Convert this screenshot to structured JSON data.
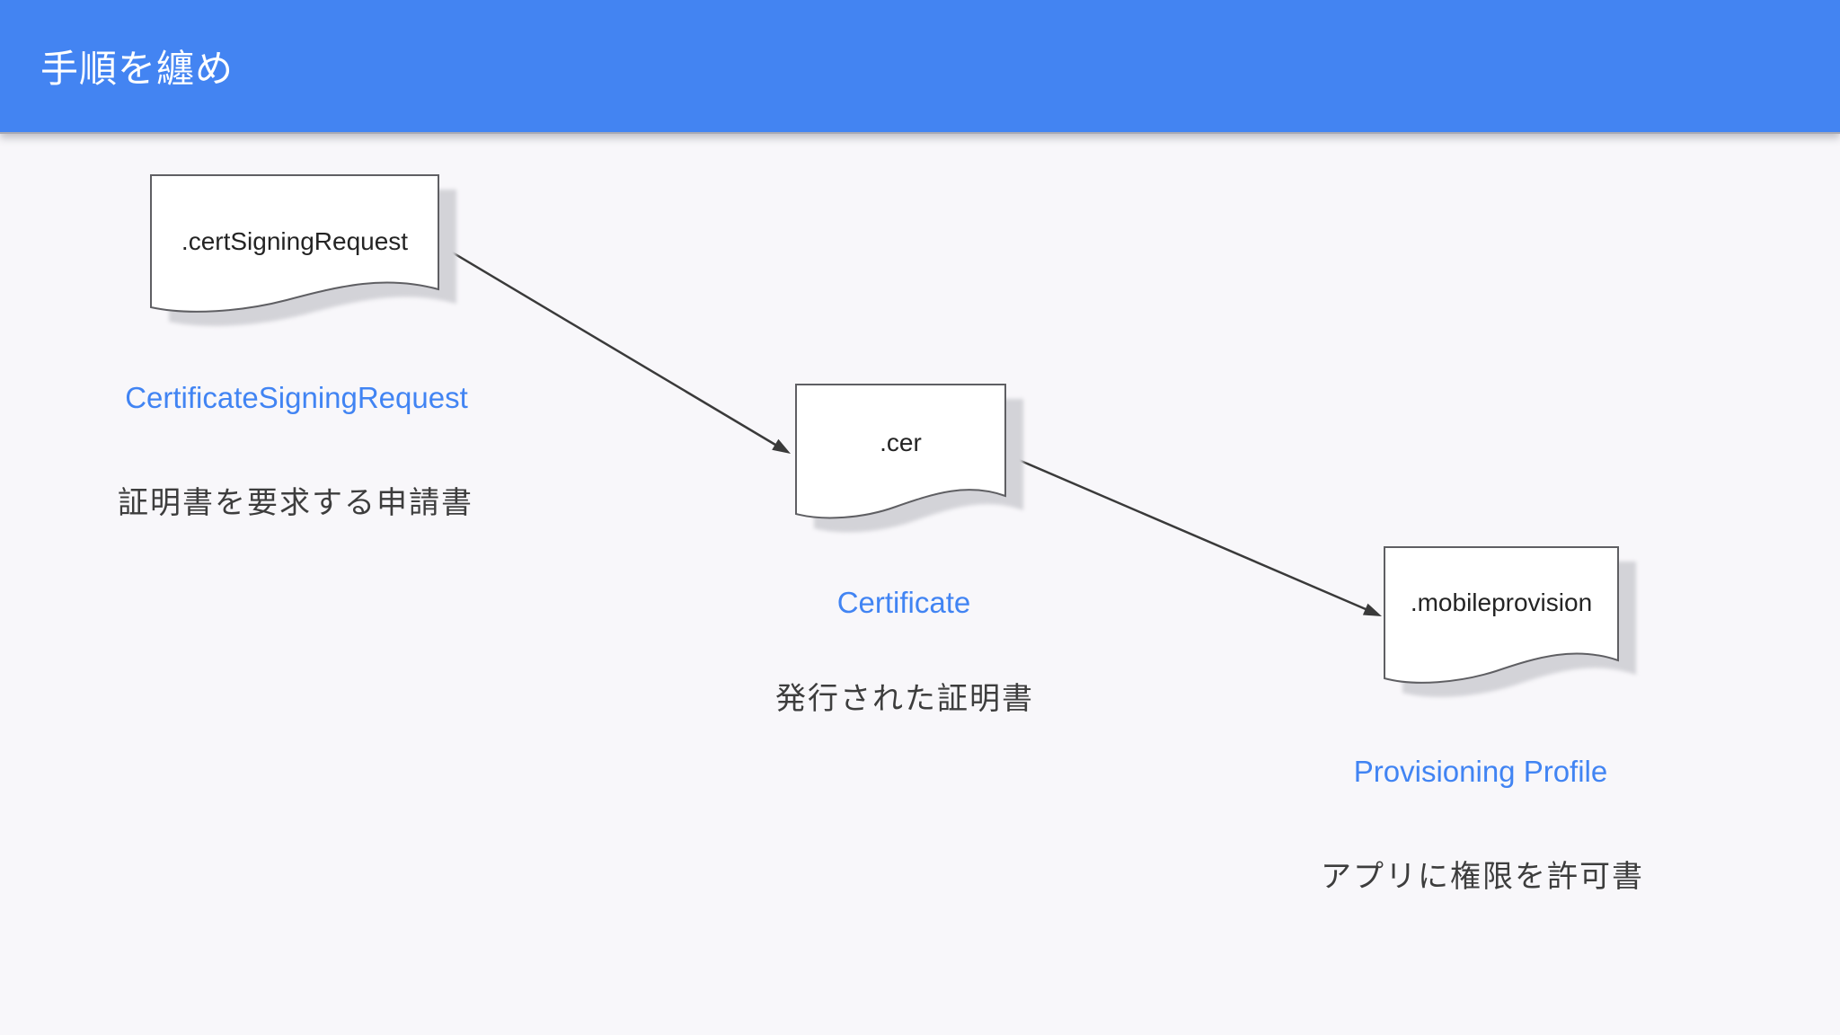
{
  "header": {
    "title": "手順を纏め",
    "background_color": "#4384f2",
    "text_color": "#ffffff"
  },
  "diagram": {
    "type": "flowchart",
    "background_color": "#f8f7fa",
    "colors": {
      "accent_blue": "#4184f3",
      "description_text": "#3d3d3d",
      "node_border": "#5f5f63",
      "node_fill": "#ffffff",
      "shadow": "#d3d3d8",
      "arrow": "#3a3a3a"
    },
    "nodes": [
      {
        "file_label": ".certSigningRequest",
        "name_label": "CertificateSigningRequest",
        "description": "証明書を要求する申請書"
      },
      {
        "file_label": ".cer",
        "name_label": "Certificate",
        "description": "発行された証明書"
      },
      {
        "file_label": ".mobileprovision",
        "name_label": "Provisioning Profile",
        "description": "アプリに権限を許可書"
      }
    ],
    "edges": [
      {
        "from": ".certSigningRequest",
        "to": ".cer"
      },
      {
        "from": ".cer",
        "to": ".mobileprovision"
      }
    ]
  }
}
